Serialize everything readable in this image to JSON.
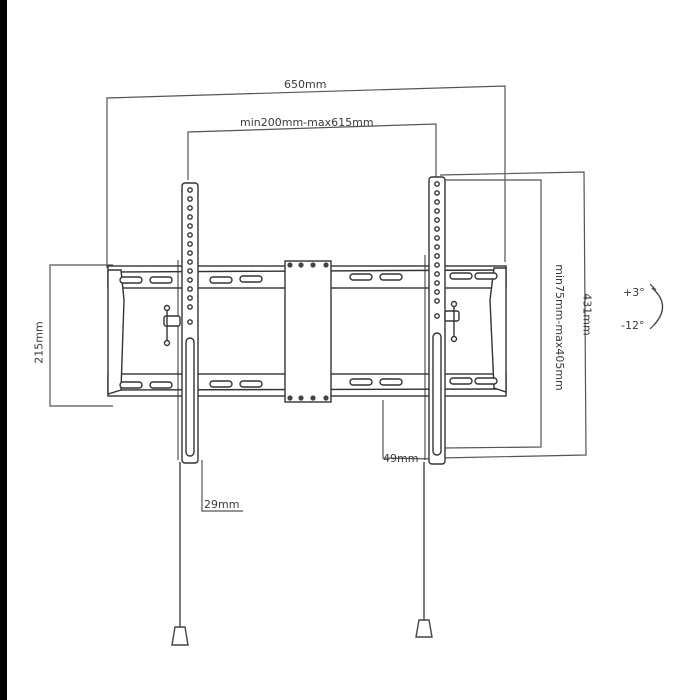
{
  "diagram": {
    "subject": "Tilting TV wall mount bracket",
    "colors": {
      "line": "#333333",
      "dimension_line": "#555555",
      "background": "#ffffff",
      "frame": "#000000"
    },
    "dimensions": {
      "overall_width": "650mm",
      "vesa_horizontal": "min200mm-max615mm",
      "overall_height": "431mm",
      "vesa_vertical": "min75mm-max405mm",
      "rail_height": "215mm",
      "wall_depth_max": "49mm",
      "wall_depth_min": "29mm"
    },
    "tilt": {
      "up": "+3°",
      "down": "-12°"
    },
    "components": [
      "wall-plate-upper-rail",
      "wall-plate-lower-rail",
      "center-plate",
      "left-vertical-arm",
      "right-vertical-arm",
      "left-tilt-knob",
      "right-tilt-knob",
      "left-pull-cord",
      "right-pull-cord"
    ]
  }
}
